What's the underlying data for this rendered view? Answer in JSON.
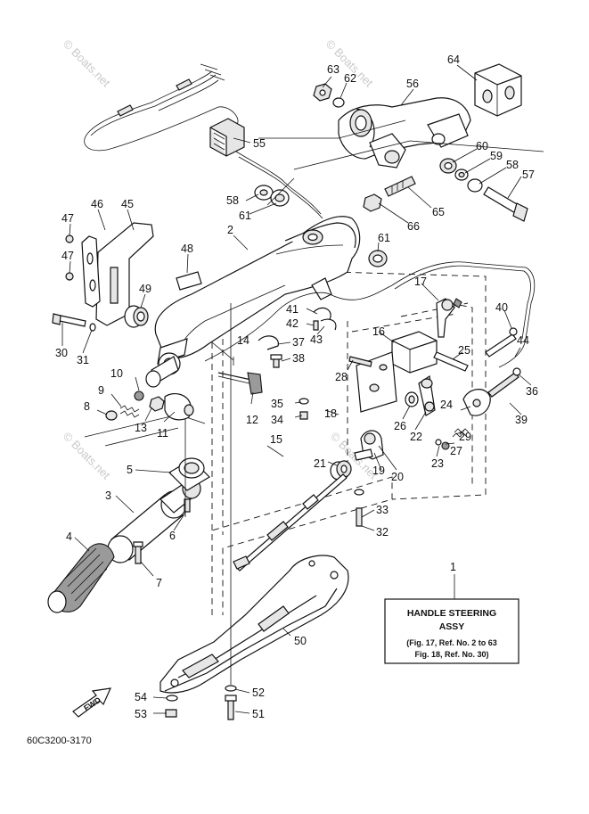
{
  "diagram": {
    "title_box": {
      "ref": "1",
      "line1": "HANDLE STEERING",
      "line2": "ASSY",
      "line3": "(Fig. 17, Ref. No. 2 to 63",
      "line4": "Fig. 18, Ref. No. 30)"
    },
    "arrow_label": "FWD",
    "footer_code": "60C3200-3170",
    "watermark": "© Boats.net",
    "callouts": [
      "1",
      "2",
      "3",
      "4",
      "5",
      "6",
      "7",
      "8",
      "9",
      "10",
      "11",
      "12",
      "13",
      "14",
      "15",
      "16",
      "17",
      "18",
      "19",
      "20",
      "21",
      "22",
      "23",
      "24",
      "25",
      "26",
      "27",
      "28",
      "29",
      "30",
      "31",
      "32",
      "33",
      "34",
      "35",
      "36",
      "37",
      "38",
      "39",
      "40",
      "41",
      "42",
      "43",
      "44",
      "45",
      "46",
      "47",
      "47",
      "48",
      "49",
      "50",
      "51",
      "52",
      "53",
      "54",
      "55",
      "56",
      "57",
      "58",
      "58",
      "59",
      "60",
      "61",
      "61",
      "62",
      "63",
      "64",
      "65",
      "66"
    ]
  }
}
